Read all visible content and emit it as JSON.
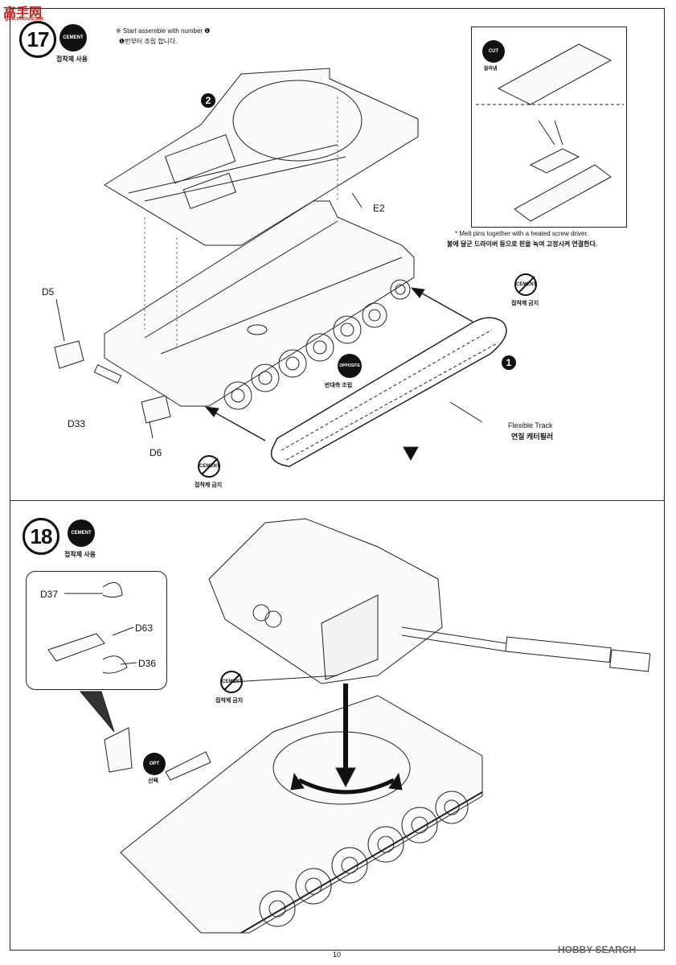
{
  "watermark": {
    "top_left": "高手网",
    "top_left_sub": "gao.shou.com",
    "bottom_right": "HOBBY SEARCH"
  },
  "page_number": "10",
  "step17": {
    "number": "17",
    "cement_label": "CEMENT",
    "cement_note": "접착제 사용",
    "instruction_en": "※ Start assemble with number ❶",
    "instruction_ko": "❶번부터 조립 합니다.",
    "sub_marker_2": "2",
    "sub_marker_1": "1",
    "parts": [
      "E2",
      "D5",
      "D33",
      "D6"
    ],
    "opposite_label": "OPPOSITE",
    "opposite_note": "반대측 조립",
    "no_cement_label": "CEMENT",
    "no_cement_note": "접착제 금지",
    "track_label_en": "Flexible Track",
    "track_label_ko": "연질 캐터필러",
    "callout": {
      "cut_label": "CUT",
      "cut_note": "잘라냄",
      "melt_note_en": "* Melt pins together with a heated screw driver.",
      "melt_note_ko": "불에 달군 드라이버 등으로 핀을 녹여 고정시켜 연결한다."
    }
  },
  "step18": {
    "number": "18",
    "cement_label": "CEMENT",
    "cement_note": "접착제 사용",
    "parts": [
      "D37",
      "D63",
      "D36"
    ],
    "opt_label": "OPT",
    "opt_note": "선택",
    "no_cement_label": "CEMENT",
    "no_cement_note": "접착제 금지"
  }
}
